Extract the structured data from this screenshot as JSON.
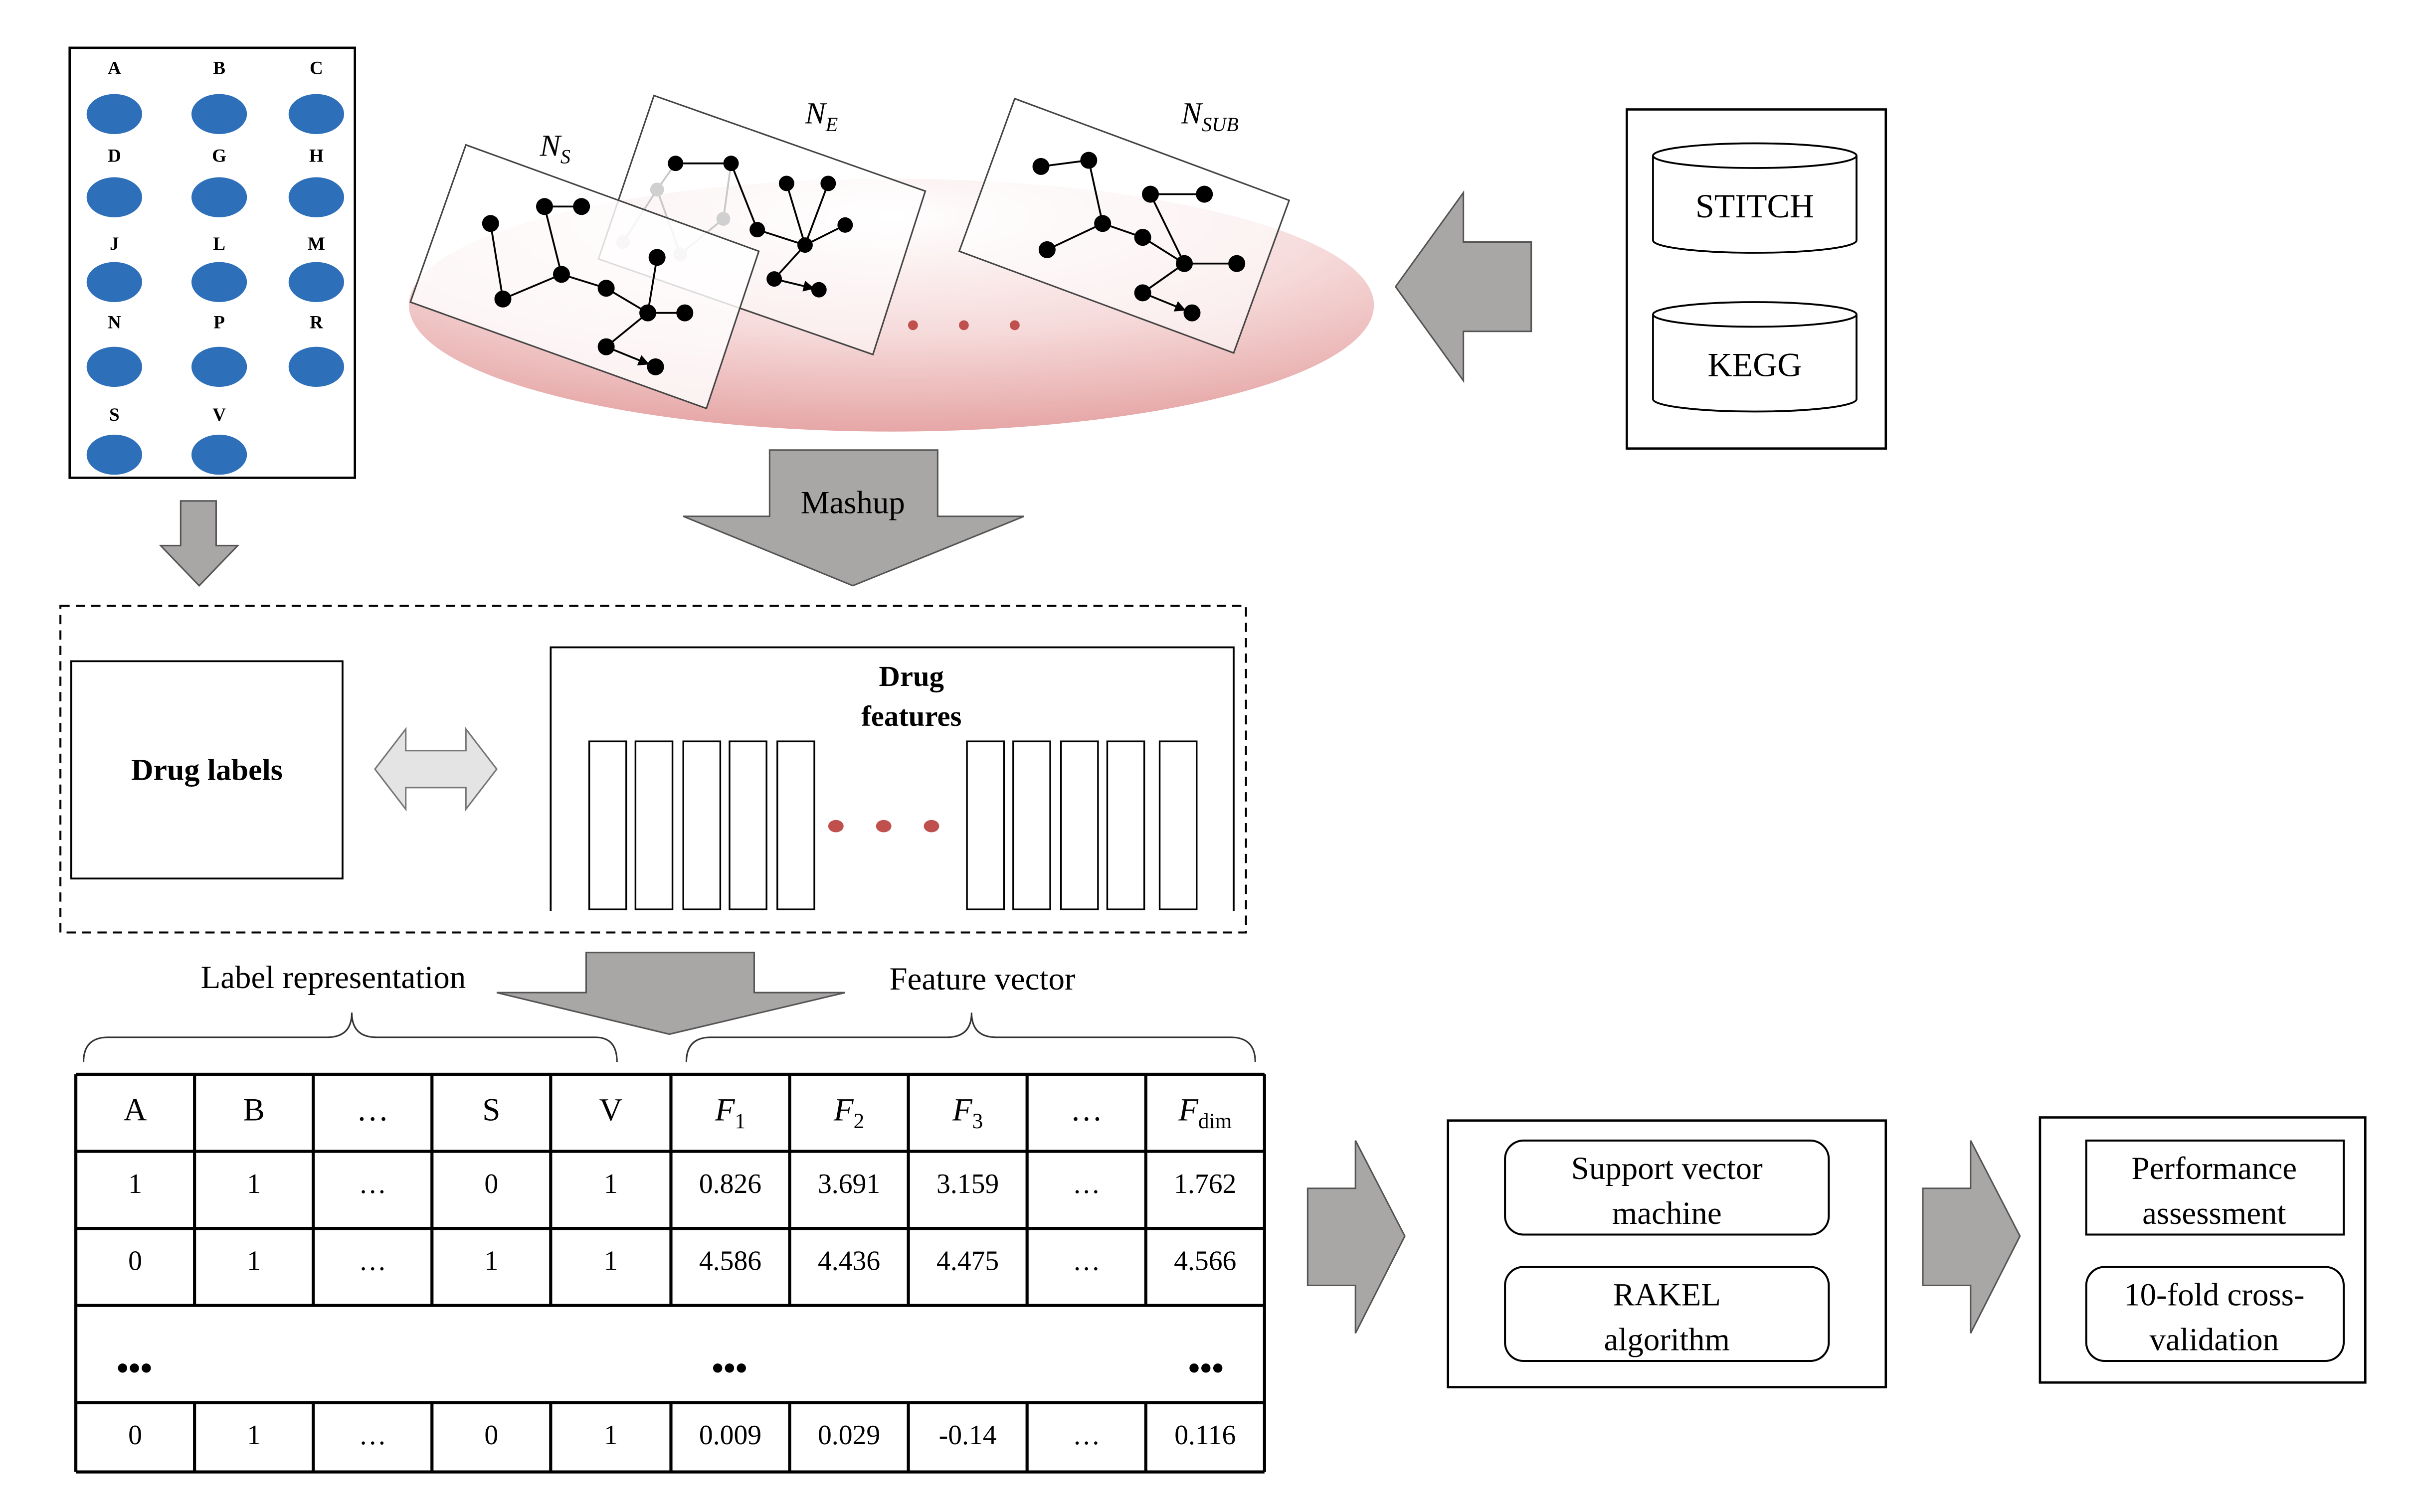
{
  "label_panel": {
    "labels": [
      "A",
      "B",
      "C",
      "D",
      "G",
      "H",
      "J",
      "L",
      "M",
      "N",
      "P",
      "R",
      "S",
      "V"
    ]
  },
  "networks": {
    "ns": {
      "main": "N",
      "sub": "S"
    },
    "ne": {
      "main": "N",
      "sub": "E"
    },
    "nsub": {
      "main": "N",
      "sub": "SUB"
    }
  },
  "databases": {
    "stitch": "STITCH",
    "kegg": "KEGG"
  },
  "mashup_label": "Mashup",
  "middle": {
    "drug_labels": "Drug labels",
    "drug_features_line1": "Drug",
    "drug_features_line2": "features"
  },
  "braces": {
    "label_representation": "Label representation",
    "feature_vector": "Feature vector"
  },
  "table": {
    "headers": [
      {
        "main": "A",
        "sub": ""
      },
      {
        "main": "B",
        "sub": ""
      },
      {
        "main": "…",
        "sub": ""
      },
      {
        "main": "S",
        "sub": ""
      },
      {
        "main": "V",
        "sub": ""
      },
      {
        "main": "F",
        "sub": "1"
      },
      {
        "main": "F",
        "sub": "2"
      },
      {
        "main": "F",
        "sub": "3"
      },
      {
        "main": "…",
        "sub": ""
      },
      {
        "main": "F",
        "sub": "dim"
      }
    ],
    "rows": [
      [
        "1",
        "1",
        "…",
        "0",
        "1",
        "0.826",
        "3.691",
        "3.159",
        "…",
        "1.762"
      ],
      [
        "0",
        "1",
        "…",
        "1",
        "1",
        "4.586",
        "4.436",
        "4.475",
        "…",
        "4.566"
      ],
      [
        "0",
        "1",
        "…",
        "0",
        "1",
        "0.009",
        "0.029",
        "-0.14",
        "…",
        "0.116"
      ]
    ],
    "ellipsis": "•••"
  },
  "classifiers": {
    "svm_line1": "Support vector",
    "svm_line2": "machine",
    "rakel_line1": "RAKEL",
    "rakel_line2": "algorithm"
  },
  "evaluation": {
    "perf_line1": "Performance",
    "perf_line2": "assessment",
    "cv_line1": "10-fold cross-",
    "cv_line2": "validation"
  },
  "colors": {
    "node_blue": "#2e6fba",
    "arrow_gray": "#a9a6a6",
    "accent_red": "#c0504d",
    "pink_disc": "#e8a7a7"
  }
}
